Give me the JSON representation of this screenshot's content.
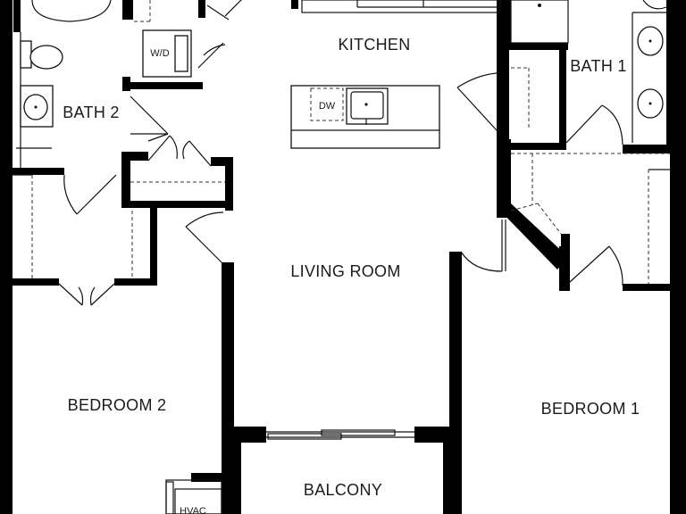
{
  "rooms": {
    "kitchen": "KITCHEN",
    "bath1": "BATH 1",
    "bath2": "BATH 2",
    "living": "LIVING ROOM",
    "bedroom2": "BEDROOM 2",
    "bedroom1": "BEDROOM 1",
    "balcony": "BALCONY"
  },
  "fixtures": {
    "washer_dryer": "W/D",
    "dishwasher": "DW",
    "hvac": "HVAC"
  }
}
